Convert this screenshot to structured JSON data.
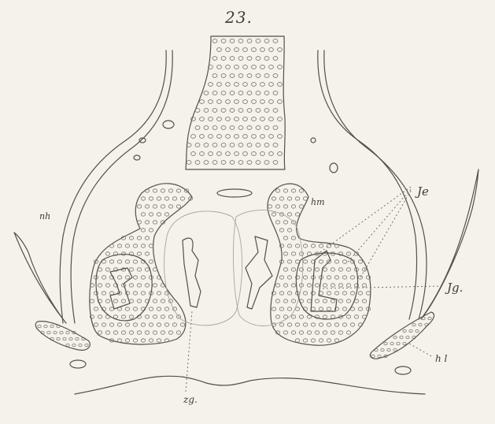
{
  "plate": {
    "number": "23.",
    "labels": {
      "nh": "nh",
      "hm": "hm",
      "je": "Je",
      "jg": "Jg.",
      "hl": "h l",
      "zg": "zg."
    }
  },
  "colors": {
    "paper": "#f4f2ea",
    "ink": "#555049",
    "faint": "#a9a59b"
  }
}
